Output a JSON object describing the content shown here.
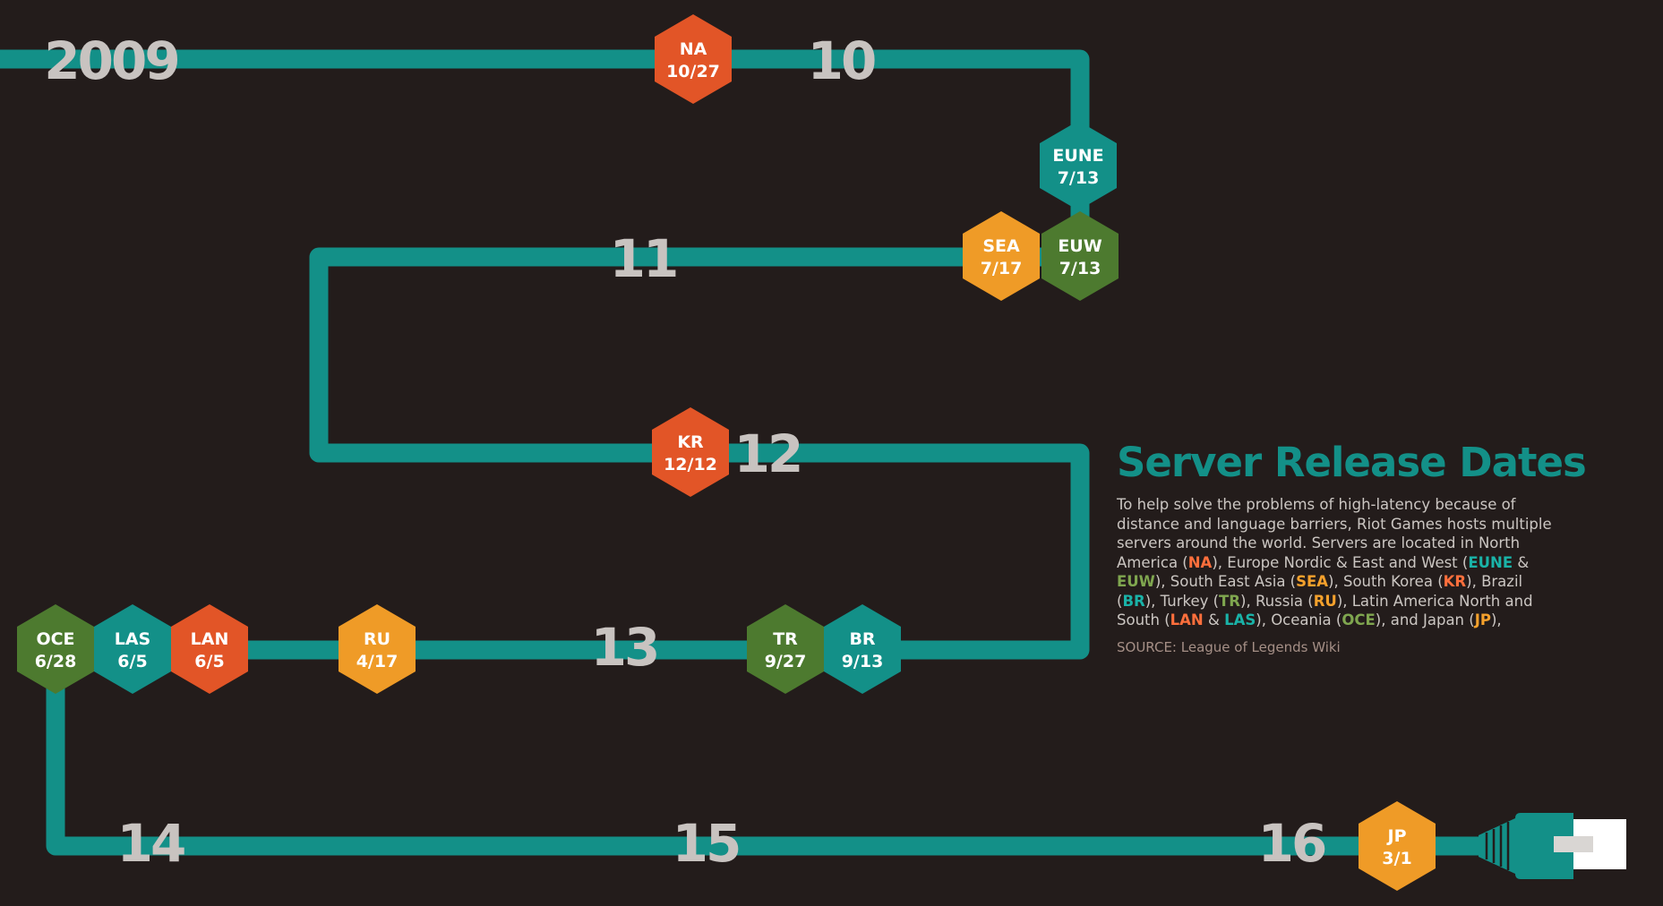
{
  "colors": {
    "background": "#231c1b",
    "line": "#139088",
    "orange": "#e25527",
    "teal": "#139088",
    "green": "#4d7a2f",
    "yellow": "#ef9b27",
    "year_label": "#c8c3c0"
  },
  "years": [
    "2009",
    "10",
    "11",
    "12",
    "13",
    "14",
    "15",
    "16"
  ],
  "servers": [
    {
      "code": "NA",
      "date": "10/27",
      "color": "orange"
    },
    {
      "code": "EUNE",
      "date": "7/13",
      "color": "teal"
    },
    {
      "code": "SEA",
      "date": "7/17",
      "color": "yellow"
    },
    {
      "code": "EUW",
      "date": "7/13",
      "color": "green"
    },
    {
      "code": "KR",
      "date": "12/12",
      "color": "orange"
    },
    {
      "code": "TR",
      "date": "9/27",
      "color": "green"
    },
    {
      "code": "BR",
      "date": "9/13",
      "color": "teal"
    },
    {
      "code": "RU",
      "date": "4/17",
      "color": "yellow"
    },
    {
      "code": "OCE",
      "date": "6/28",
      "color": "green"
    },
    {
      "code": "LAS",
      "date": "6/5",
      "color": "teal"
    },
    {
      "code": "LAN",
      "date": "6/5",
      "color": "orange"
    },
    {
      "code": "JP",
      "date": "3/1",
      "color": "yellow"
    }
  ],
  "info": {
    "title": "Server Release Dates",
    "description": {
      "t1": "To help solve the problems of high-latency because of distance and language barriers, Riot Games hosts multiple servers around the world. Servers are located in North America (",
      "na": "NA",
      "t2": "), Europe Nordic & East and West (",
      "eune": "EUNE",
      "t3": " & ",
      "euw": "EUW",
      "t4": "), South East Asia (",
      "sea": "SEA",
      "t5": "), South Korea (",
      "kr": "KR",
      "t6": "), Brazil (",
      "br": "BR",
      "t7": "), Turkey (",
      "tr": "TR",
      "t8": "), Russia (",
      "ru": "RU",
      "t9": "), Latin America North and South (",
      "lan": "LAN",
      "t10": " & ",
      "las": "LAS",
      "t11": "), Oceania (",
      "oce": "OCE",
      "t12": "), and Japan (",
      "jp": "JP",
      "t13": "),"
    },
    "source": "SOURCE: League of Legends Wiki"
  },
  "icons": {
    "end": "ethernet-plug-icon"
  }
}
